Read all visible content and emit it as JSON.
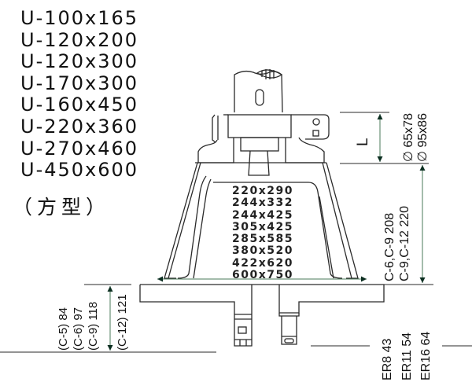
{
  "model_list": [
    "U-100x165",
    "U-120x200",
    "U-120x300",
    "U-170x300",
    "U-160x450",
    "U-220x360",
    "U-270x460",
    "U-450x600"
  ],
  "shape_note": "（方型）",
  "table_sizes": [
    "220x290",
    "244x332",
    "244x425",
    "305x425",
    "285x585",
    "380x520",
    "422x620",
    "600x750"
  ],
  "dimensions": {
    "length_label": "L",
    "bore_sizes": [
      "∅ 65x78",
      "∅ 95x86"
    ],
    "height_by_collet": [
      "C-6,C-9   208",
      "C-9,C-12   220"
    ],
    "base_height_by_collet": [
      "(C-5) 84",
      "(C-6) 97",
      "(C-9) 118",
      "(C-12) 121"
    ],
    "collet_offsets": [
      "ER8   43",
      "ER11   54",
      "ER16   64"
    ]
  },
  "colors": {
    "line": "#2a2a2a",
    "arrow_fill": "#0b2e20",
    "dimension_line": "#4a7a5a"
  }
}
